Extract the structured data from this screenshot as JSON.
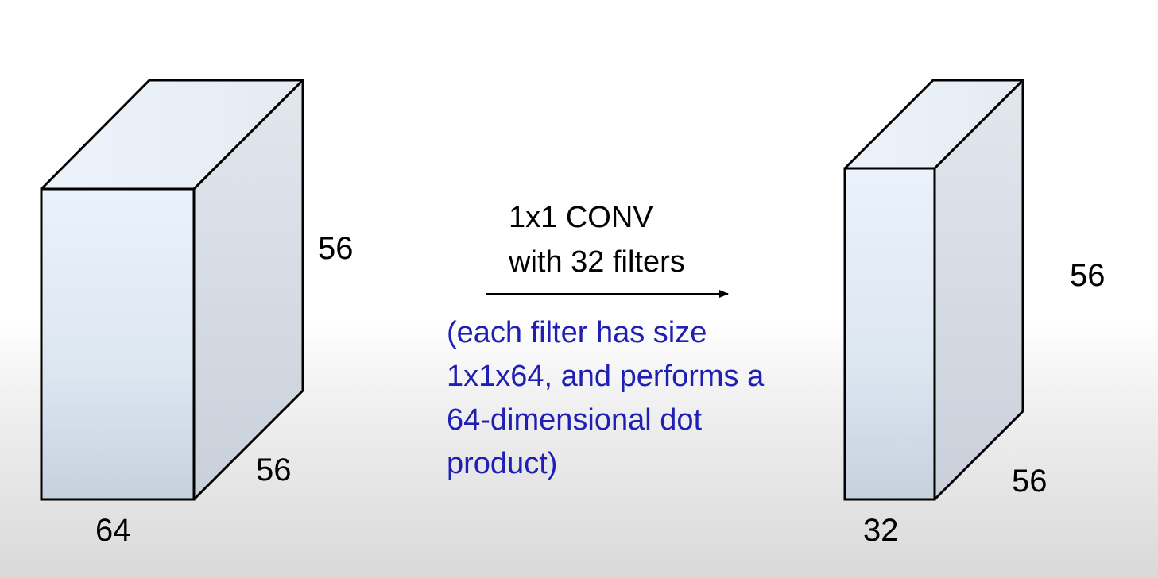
{
  "input_volume": {
    "width_label": "64",
    "depth_label": "56",
    "height_label": "56"
  },
  "output_volume": {
    "width_label": "32",
    "depth_label": "56",
    "height_label": "56"
  },
  "operation": {
    "title_lines": [
      "1x1 CONV",
      "with 32 filters"
    ],
    "note_lines": [
      "(each filter has size",
      "1x1x64, and performs a",
      "64-dimensional dot",
      "product)"
    ]
  },
  "colors": {
    "note_text": "#1f1fb4",
    "box_face_top": "#e9f1fa",
    "box_face_bottom": "#c8d3e0",
    "box_side": "#d6dde6"
  }
}
